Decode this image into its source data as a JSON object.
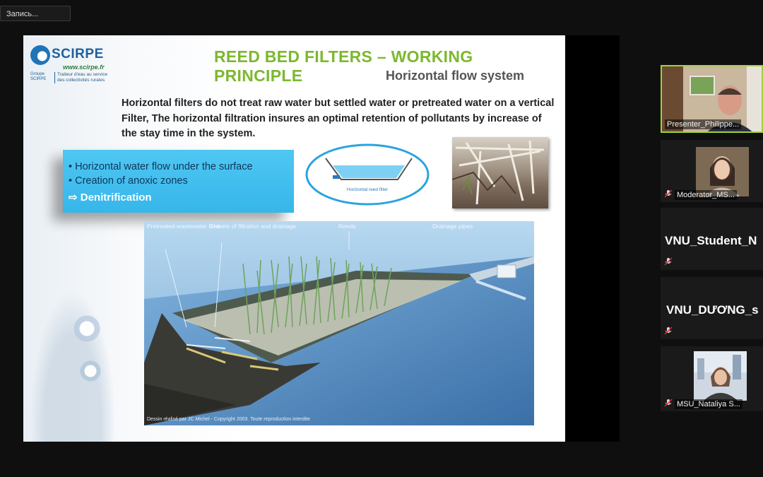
{
  "recording": {
    "label": "Запись..."
  },
  "slide": {
    "logo": {
      "name": "SCIRPE",
      "url": "www.scirpe.fr",
      "groupe": "Groupe SCIRPE",
      "tagline": "Traiteur d'eau au service des collectivités rurales"
    },
    "title": "REED BED FILTERS – WORKING PRINCIPLE",
    "subtitle": "Horizontal flow system",
    "paragraph": "Horizontal filters do not treat raw water but settled water or pretreated water on a vertical Filter,  The horizontal filtration insures an optimal retention of pollutants by increase of the stay time in the system.",
    "bullets": [
      "• Horizontal water flow under the surface",
      "• Creation of anoxic zones"
    ],
    "highlight": "⇨ Denitrification",
    "ellipse_label": "Horizontal reed filter",
    "diagram": {
      "labels": {
        "inlet": "Pretreated wastewater Inlet",
        "gravels": "Gravels of filtration and drainage",
        "reeds": "Reeds",
        "drainage": "Drainage pipes"
      },
      "credit": "Dessin réalisé par JC Michel - Copyright 2003. Toute reproduction interdite"
    }
  },
  "participants": [
    {
      "name": "Presenter_Philippe...",
      "type": "video",
      "muted": false
    },
    {
      "name": "Moderator_MS...",
      "type": "video",
      "muted": true
    },
    {
      "name": "VNU_Student_N",
      "type": "name",
      "muted": true
    },
    {
      "name": "VNU_DƯƠNG_s",
      "type": "name",
      "muted": true
    },
    {
      "name": "MSU_Nataliya S...",
      "type": "video",
      "muted": true
    }
  ],
  "colors": {
    "title_green": "#7cb82f",
    "bullet_box": "#3dbbee",
    "active_speaker_border": "#a3d13a",
    "mic_off_red": "#e0263a"
  }
}
